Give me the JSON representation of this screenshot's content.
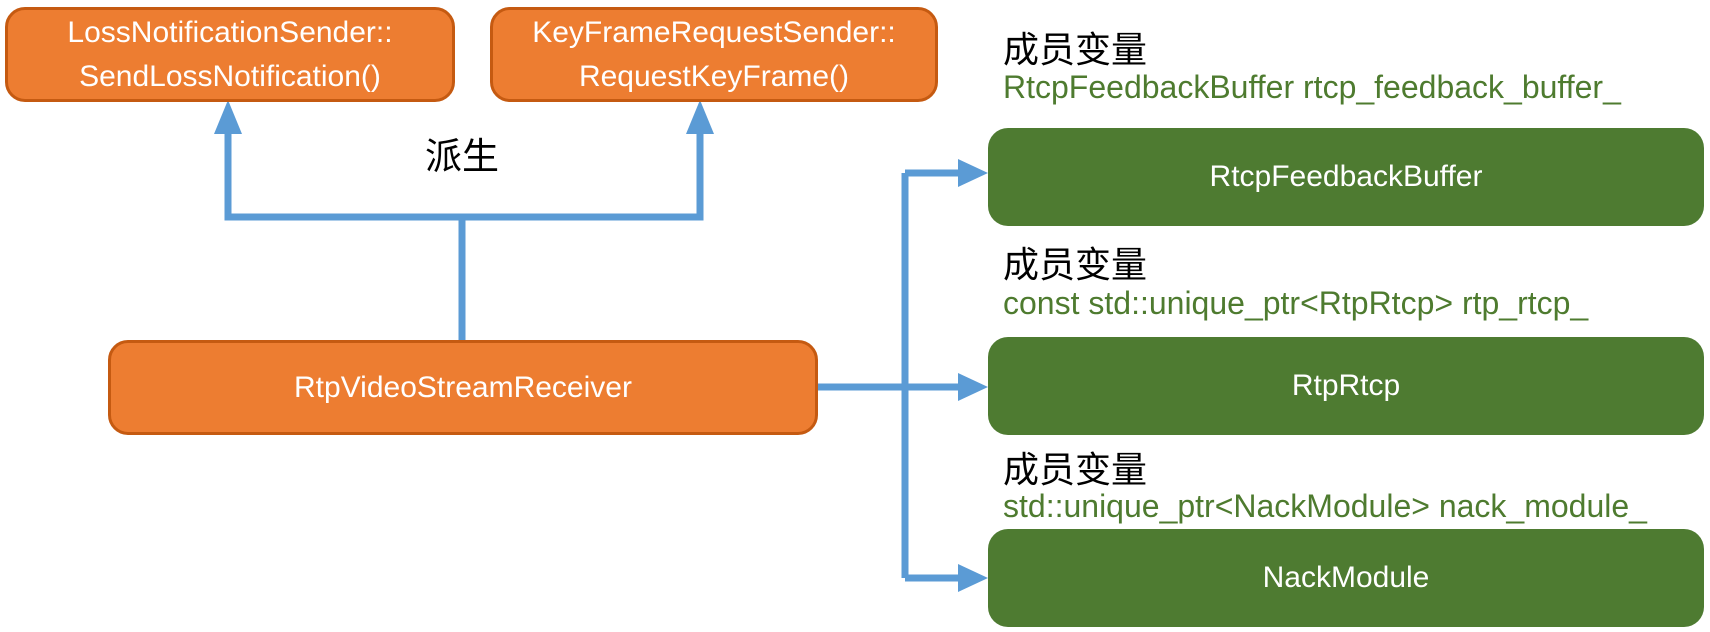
{
  "diagram": {
    "derive_label": "派生",
    "classes": {
      "loss_notification_sender": {
        "line1": "LossNotificationSender::",
        "line2": "SendLossNotification()"
      },
      "keyframe_request_sender": {
        "line1": "KeyFrameRequestSender::",
        "line2": "RequestKeyFrame()"
      },
      "receiver": {
        "label": "RtpVideoStreamReceiver"
      }
    },
    "members": [
      {
        "section_label": "成员变量",
        "declaration": "RtcpFeedbackBuffer rtcp_feedback_buffer_",
        "class_name": "RtcpFeedbackBuffer"
      },
      {
        "section_label": "成员变量",
        "declaration": "const std::unique_ptr<RtpRtcp> rtp_rtcp_",
        "class_name": "RtpRtcp"
      },
      {
        "section_label": "成员变量",
        "declaration": "std::unique_ptr<NackModule> nack_module_",
        "class_name": "NackModule"
      }
    ]
  },
  "colors": {
    "orange_fill": "#ED7D31",
    "orange_border": "#C55A11",
    "green_fill": "#4E7B31",
    "code_text": "#4E7B2F",
    "arrow_blue": "#5B9BD5",
    "label_text": "#000000",
    "box_text": "#FFFFFF",
    "bg": "#FFFFFF"
  }
}
